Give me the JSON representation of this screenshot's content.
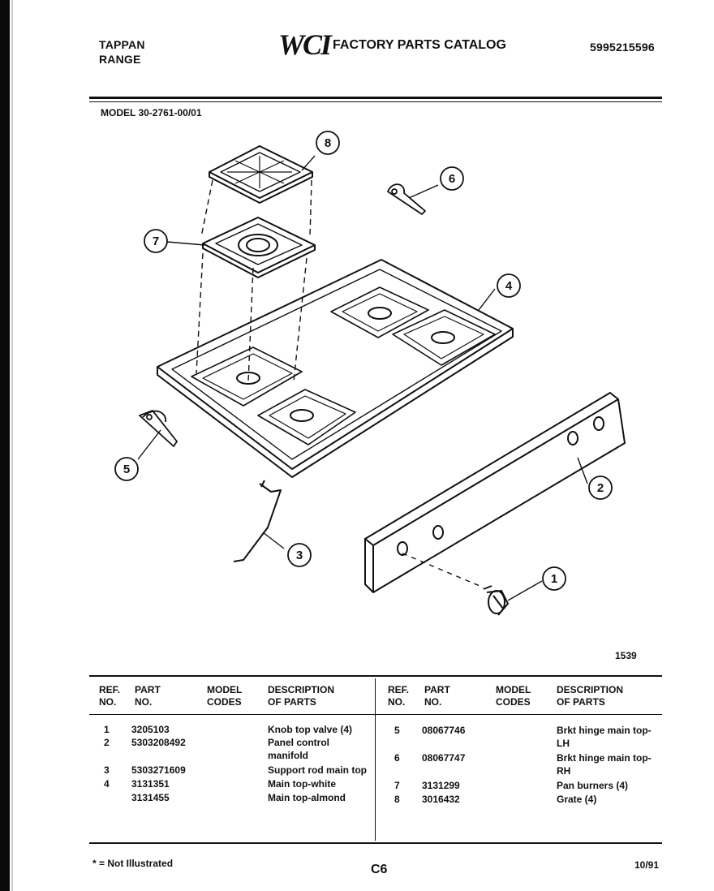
{
  "header": {
    "brand": "TAPPAN",
    "product": "RANGE",
    "logo_text": "WCI",
    "catalog_title": "FACTORY PARTS CATALOG",
    "catalog_number": "5995215596",
    "model": "MODEL 30-2761-00/01"
  },
  "diagram": {
    "callouts": [
      "1",
      "2",
      "3",
      "4",
      "5",
      "6",
      "7",
      "8"
    ],
    "figure_number": "1539"
  },
  "table": {
    "headers_left": {
      "ref_no": "REF.\nNO.",
      "part_no": "PART\nNO.",
      "model_codes": "MODEL\nCODES",
      "description": "DESCRIPTION\nOF PARTS"
    },
    "headers_right": {
      "ref_no": "REF.\nNO.",
      "part_no": "PART\nNO.",
      "model_codes": "MODEL\nCODES",
      "description": "DESCRIPTION\nOF PARTS"
    },
    "left_rows": [
      {
        "ref": "1",
        "part": "3205103",
        "code": "",
        "desc": "Knob top valve (4)"
      },
      {
        "ref": "2",
        "part": "5303208492",
        "code": "",
        "desc": "Panel control"
      },
      {
        "ref": "",
        "part": "",
        "code": "",
        "desc": "manifold"
      },
      {
        "ref": "3",
        "part": "5303271609",
        "code": "",
        "desc": "Support rod main top"
      },
      {
        "ref": "4",
        "part": "3131351",
        "code": "",
        "desc": "Main top-white"
      },
      {
        "ref": "",
        "part": "3131455",
        "code": "",
        "desc": "Main top-almond"
      }
    ],
    "right_rows": [
      {
        "ref": "5",
        "part": "08067746",
        "code": "",
        "desc": "Brkt hinge main top-"
      },
      {
        "ref": "",
        "part": "",
        "code": "",
        "desc": "LH"
      },
      {
        "ref": "6",
        "part": "08067747",
        "code": "",
        "desc": "Brkt hinge main top-"
      },
      {
        "ref": "",
        "part": "",
        "code": "",
        "desc": "RH"
      },
      {
        "ref": "7",
        "part": "3131299",
        "code": "",
        "desc": "Pan burners (4)"
      },
      {
        "ref": "8",
        "part": "3016432",
        "code": "",
        "desc": "Grate (4)"
      }
    ]
  },
  "footer": {
    "note": "* = Not Illustrated",
    "page_code": "C6",
    "date": "10/91"
  }
}
